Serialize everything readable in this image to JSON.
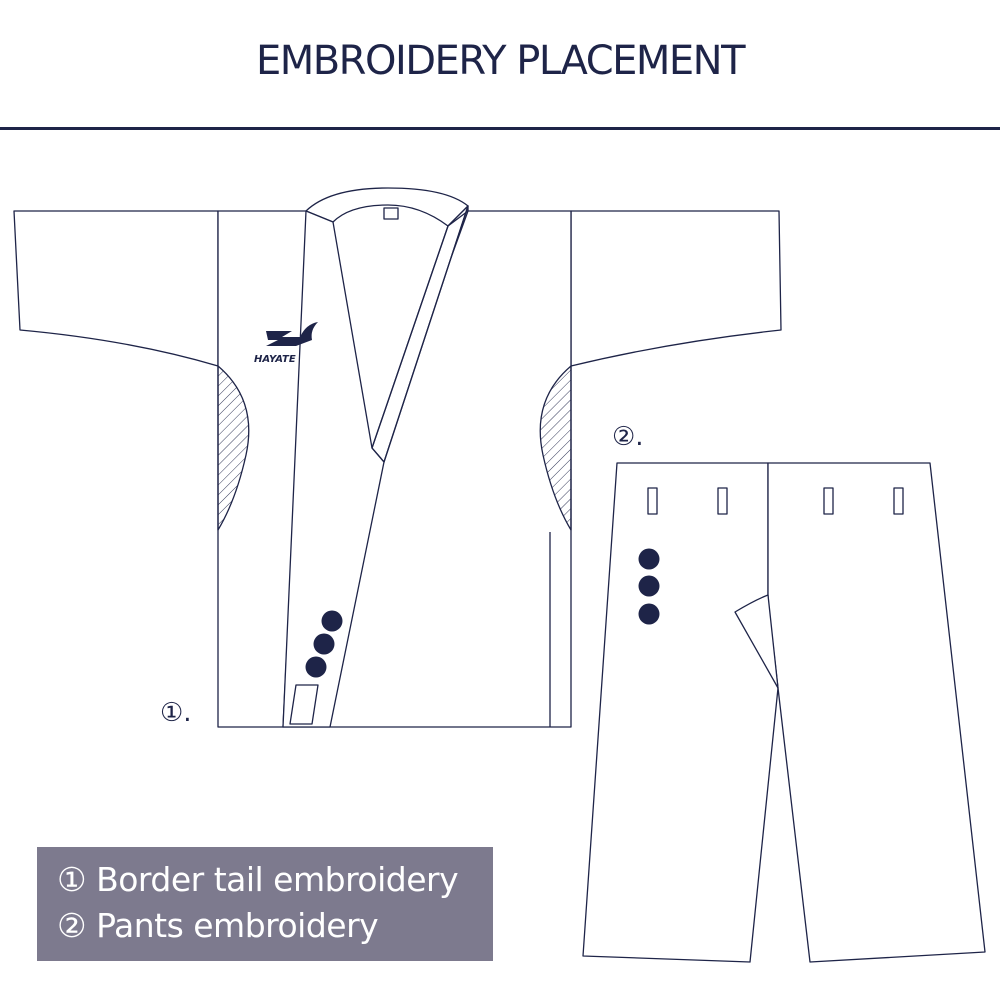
{
  "title": "EMBROIDERY PLACEMENT",
  "jacket": {
    "marker": "①.",
    "logo_text": "HAYATE",
    "embroidery_dot_count": 3
  },
  "pants": {
    "marker": "②.",
    "embroidery_dot_count": 3,
    "belt_loop_count": 4
  },
  "legend": {
    "items": [
      "① Border tail embroidery",
      "② Pants embroidery"
    ]
  },
  "colors": {
    "ink": "#1e2448",
    "embroidery_dot": "#1e2448",
    "legend_background": "#7d7a8e",
    "legend_text": "#ffffff"
  }
}
